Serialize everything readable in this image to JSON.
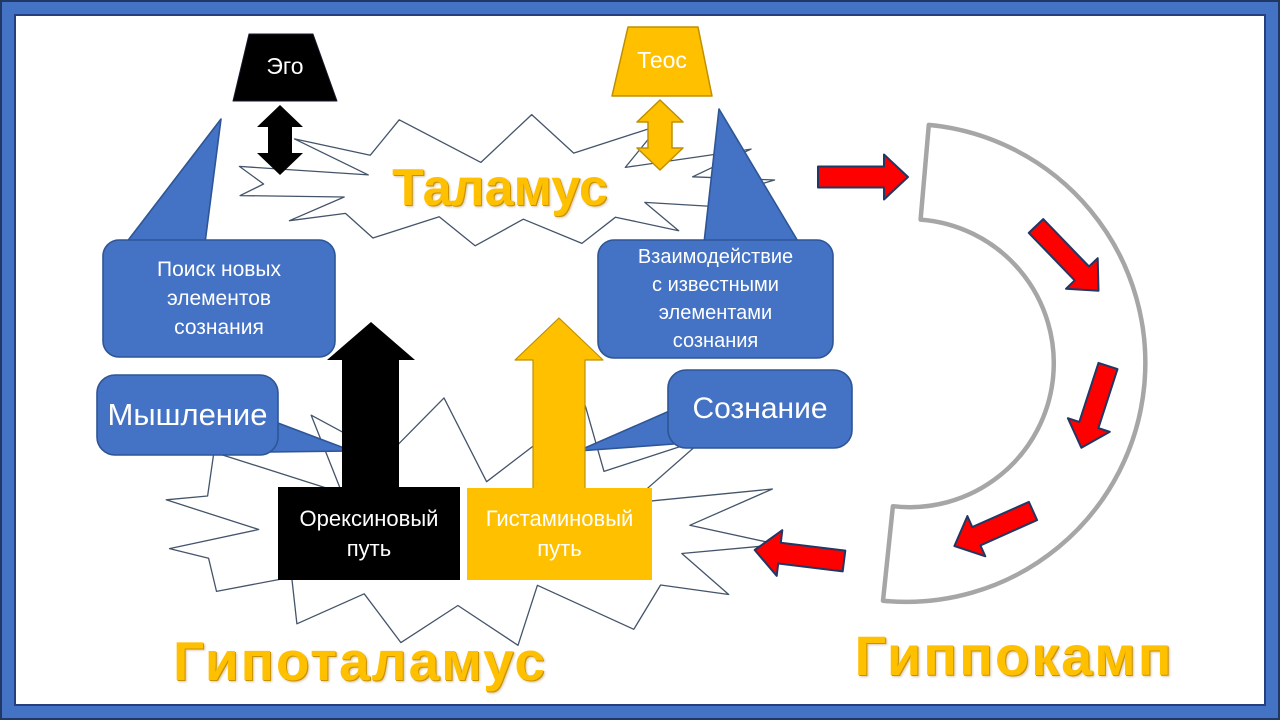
{
  "nodes": {
    "ego": "Эго",
    "theos": "Теос"
  },
  "regions": {
    "thalamus": "Таламус",
    "hypothalamus": "Гипоталамус",
    "hippocampus": "Гиппокамп"
  },
  "callouts": {
    "search": {
      "lines": [
        "Поиск новых",
        "элементов",
        "сознания"
      ]
    },
    "interaction": {
      "lines": [
        "Взаимодействие",
        "с известными",
        "элементами",
        "сознания"
      ]
    },
    "thinking": {
      "label": "Мышление"
    },
    "consciousness": {
      "label": "Сознание"
    }
  },
  "pathways": {
    "orexin": {
      "lines": [
        "Орексиновый",
        "путь"
      ]
    },
    "histamine": {
      "lines": [
        "Гистаминовый",
        "путь"
      ]
    }
  },
  "colors": {
    "frame_blue": "#4472C4",
    "navy_line": "#24407E",
    "callout_blue": "#4472C4",
    "callout_border": "#2E5596",
    "gold": "#FFC000",
    "gold_dark": "#BF8F00",
    "black": "#000000",
    "red": "#FF0000",
    "red_border": "#1F3864",
    "arc_gray": "#A6A6A6",
    "explosion_outline": "#44546A",
    "title_gold": "#FFC000",
    "background": "#FFFFFF"
  }
}
